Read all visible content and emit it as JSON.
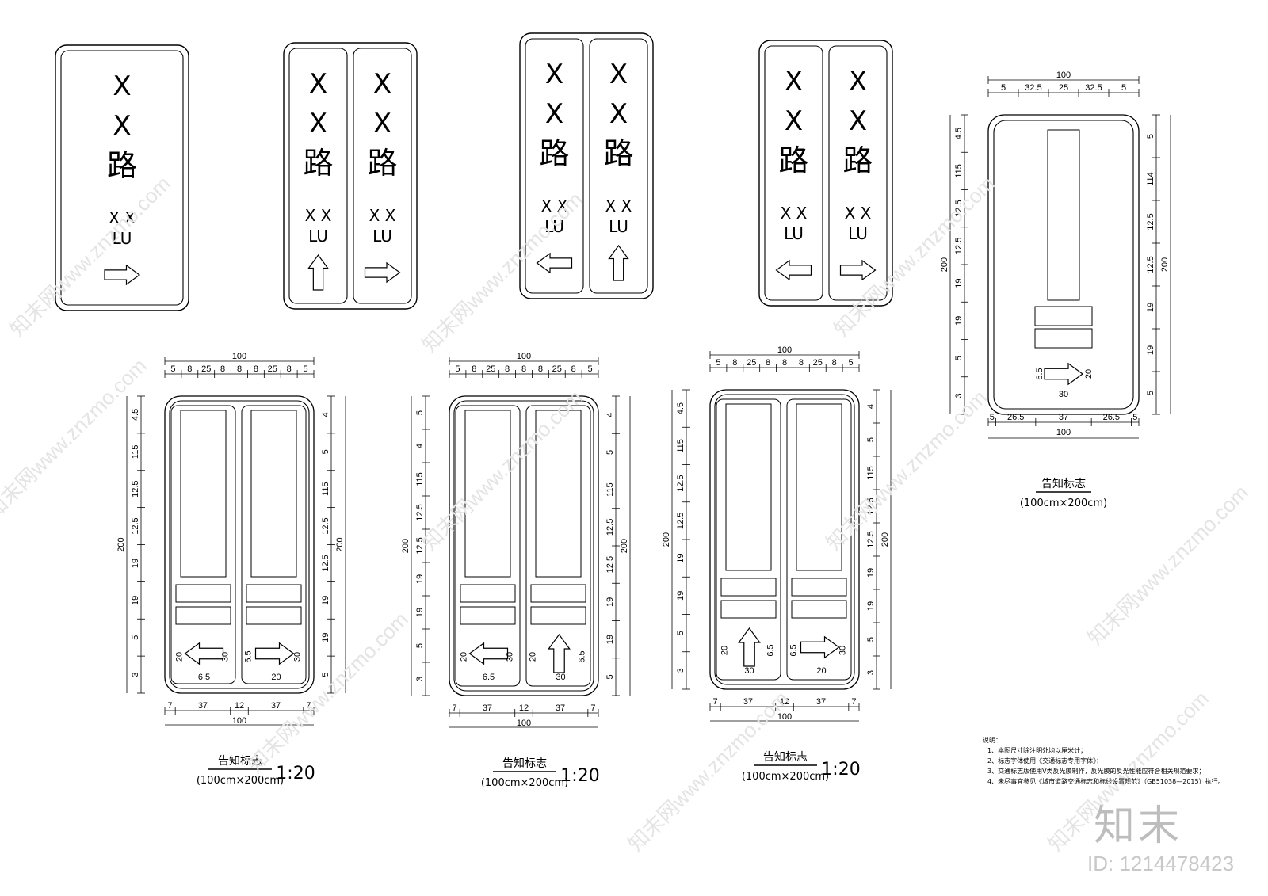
{
  "top_signs": [
    {
      "panels": [
        {
          "line1": "X",
          "line2": "X",
          "road": "路",
          "pinyin1": "X X",
          "pinyin2": "LU",
          "arrow": "right"
        }
      ]
    },
    {
      "panels": [
        {
          "line1": "X",
          "line2": "X",
          "road": "路",
          "pinyin1": "X X",
          "pinyin2": "LU",
          "arrow": "up"
        },
        {
          "line1": "X",
          "line2": "X",
          "road": "路",
          "pinyin1": "X X",
          "pinyin2": "LU",
          "arrow": "right"
        }
      ]
    },
    {
      "panels": [
        {
          "line1": "X",
          "line2": "X",
          "road": "路",
          "pinyin1": "X X",
          "pinyin2": "LU",
          "arrow": "left"
        },
        {
          "line1": "X",
          "line2": "X",
          "road": "路",
          "pinyin1": "X X",
          "pinyin2": "LU",
          "arrow": "up"
        }
      ]
    },
    {
      "panels": [
        {
          "line1": "X",
          "line2": "X",
          "road": "路",
          "pinyin1": "X X",
          "pinyin2": "LU",
          "arrow": "left"
        },
        {
          "line1": "X",
          "line2": "X",
          "road": "路",
          "pinyin1": "X X",
          "pinyin2": "LU",
          "arrow": "right"
        }
      ]
    }
  ],
  "single_drawing": {
    "top_total": "100",
    "top_parts": [
      "5",
      "32.5",
      "25",
      "32.5",
      "5"
    ],
    "left_total": "200",
    "left_parts": [
      "4.5",
      "115",
      "12.5",
      "12.5",
      "19",
      "19",
      "5",
      "3"
    ],
    "right_total": "200",
    "right_parts": [
      "5",
      "114",
      "12.5",
      "12.5",
      "19",
      "19",
      "5"
    ],
    "arrow_dims": [
      "6.5",
      "20",
      "30"
    ],
    "bottom_parts": [
      "5",
      "26.5",
      "37",
      "26.5",
      "5"
    ],
    "bottom_total": "100",
    "caption": "告知标志",
    "size": "(100cm×200cm)"
  },
  "double_drawings": [
    {
      "top_total": "100",
      "top_parts": [
        "5",
        "8",
        "25",
        "8",
        "8",
        "8",
        "25",
        "8",
        "5"
      ],
      "left_total": "200",
      "left_parts": [
        "4.5",
        "115",
        "12.5",
        "12.5",
        "19",
        "19",
        "5",
        "3"
      ],
      "right_total": "200",
      "right_parts": [
        "4",
        "5",
        "115",
        "12.5",
        "12.5",
        "19",
        "19",
        "5"
      ],
      "arrow_dims_left": [
        "20",
        "6.5",
        "30"
      ],
      "arrow_dims_right": [
        "6.5",
        "20",
        "30"
      ],
      "bottom_parts": [
        "7",
        "37",
        "12",
        "37",
        "7"
      ],
      "bottom_total": "100",
      "caption": "告知标志",
      "size": "(100cm×200cm)",
      "scale": "1:20"
    },
    {
      "top_total": "100",
      "top_parts": [
        "5",
        "8",
        "25",
        "8",
        "8",
        "8",
        "25",
        "8",
        "5"
      ],
      "left_total": "200",
      "left_parts": [
        "5",
        "4",
        "115",
        "12.5",
        "12.5",
        "19",
        "19",
        "5",
        "3"
      ],
      "right_total": "200",
      "right_parts": [
        "4",
        "5",
        "115",
        "12.5",
        "12.5",
        "19",
        "19",
        "5"
      ],
      "arrow_dims_left": [
        "20",
        "6.5",
        "30"
      ],
      "arrow_dims_right": [
        "20",
        "30",
        "6.5"
      ],
      "bottom_parts": [
        "7",
        "37",
        "12",
        "37",
        "7"
      ],
      "bottom_total": "100",
      "caption": "告知标志",
      "size": "(100cm×200cm)",
      "scale": "1:20"
    },
    {
      "top_total": "100",
      "top_parts": [
        "5",
        "8",
        "25",
        "8",
        "8",
        "8",
        "25",
        "8",
        "5"
      ],
      "left_total": "200",
      "left_parts": [
        "4.5",
        "115",
        "12.5",
        "12.5",
        "19",
        "19",
        "5",
        "3"
      ],
      "right_total": "200",
      "right_parts": [
        "4",
        "5",
        "115",
        "12.5",
        "12.5",
        "19",
        "19",
        "5",
        "3"
      ],
      "arrow_dims_left": [
        "20",
        "30",
        "6.5"
      ],
      "arrow_dims_right": [
        "6.5",
        "20",
        "30"
      ],
      "bottom_parts": [
        "7",
        "37",
        "12",
        "37",
        "7"
      ],
      "bottom_total": "100",
      "caption": "告知标志",
      "size": "(100cm×200cm)",
      "scale": "1:20"
    }
  ],
  "notes": {
    "title": "说明：",
    "items": [
      "1、本图尺寸除注明外均以厘米计；",
      "2、标志字体使用《交通标志专用字体》；",
      "3、交通标志版使用V类反光膜制作，反光膜的反光性能应符合相关规范要求；",
      "4、未尽事宜参见《城市道路交通标志和标线设置规范》（GB51038—2015）执行。"
    ]
  },
  "watermark": {
    "site": "www.znzmo.com",
    "brand": "知末网",
    "logo": "知末",
    "id": "ID: 1214478423"
  }
}
